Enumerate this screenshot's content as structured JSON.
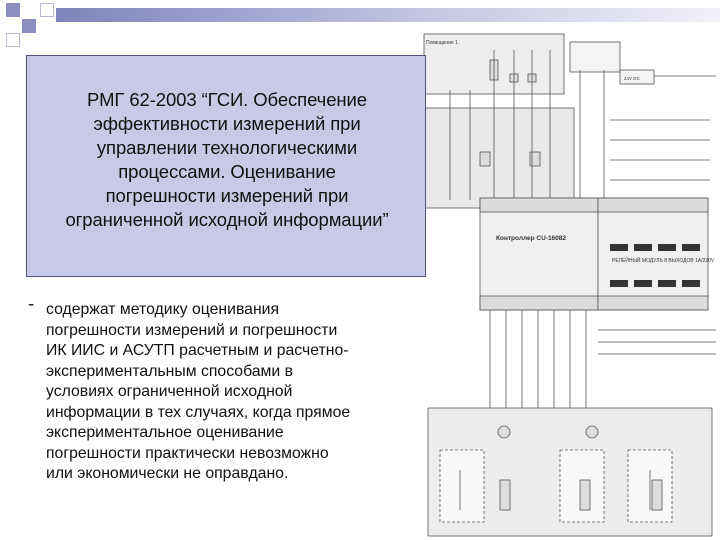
{
  "slide": {
    "title": "РМГ 62-2003 “ГСИ. Обеспечение\nэффективности измерений при\nуправлении технологическими\nпроцессами. Оценивание\nпогрешности измерений при\nограниченной исходной информации”",
    "bullet_symbol": "-",
    "body": "содержат методику оценивания\nпогрешности измерений и погрешности\nИК ИИС и АСУТП расчетным и расчетно-\nэкспериментальным способами в\nусловиях ограниченной исходной\nинформации в тех случаях, когда прямое\nэкспериментальное оценивание\nпогрешности практически невозможно\nили экономически не оправдано."
  },
  "diagram": {
    "controller_title": "Контроллер CU-16082",
    "relay_label": "РЕЛЕЙНЫЙ МОДУЛЬ\n8 ВЫХОДОВ 1А/220V",
    "room_label": "Помещение 1",
    "power_label": "24V DC"
  },
  "colors": {
    "accent": "#8c8fc0",
    "title_box_bg": "#c8c9e6",
    "title_box_border": "#50547e"
  }
}
